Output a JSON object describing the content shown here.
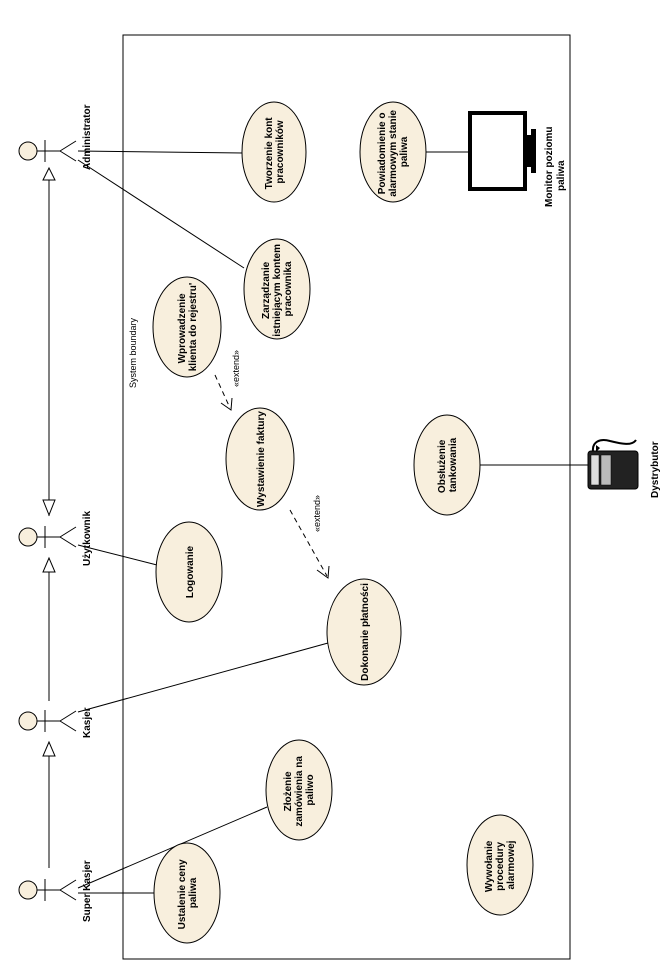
{
  "system_boundary": {
    "label": "System boundary"
  },
  "actors": {
    "administrator": "Administrator",
    "uzytkownik": "Użytkownik",
    "kasjer": "Kasjer",
    "super_kasjer": "Super Kasjer",
    "monitor": [
      "Monitor poziomu",
      "paliwa"
    ],
    "dystrybutor": "Dystrybutor"
  },
  "use_cases": {
    "tworzenie": [
      "Tworzenie kont",
      "pracowników"
    ],
    "powiadomienie": [
      "Powiadomienie o",
      "alarmowym stanie",
      "paliwa"
    ],
    "zarzadzanie": [
      "Zarządzanie",
      "istniejącym kontem",
      "pracownika"
    ],
    "wprowadzenie": [
      "Wprowadzenie",
      "klienta do rejestru'"
    ],
    "wystawienie": [
      "Wystawienie faktury"
    ],
    "obsluzenie": [
      "Obsłużenie",
      "tankowania"
    ],
    "logowanie": [
      "Logowanie"
    ],
    "dokonanie": [
      "Dokonanie płatności"
    ],
    "zlozenie": [
      "Złożenie",
      "zamówienia na",
      "paliwo"
    ],
    "ustalenie": [
      "Ustalenie ceny",
      "paliwa"
    ],
    "wywolanie": [
      "Wywołanie",
      "procedury",
      "alarmowej"
    ]
  },
  "relations": {
    "extend_label": "«extend»"
  }
}
